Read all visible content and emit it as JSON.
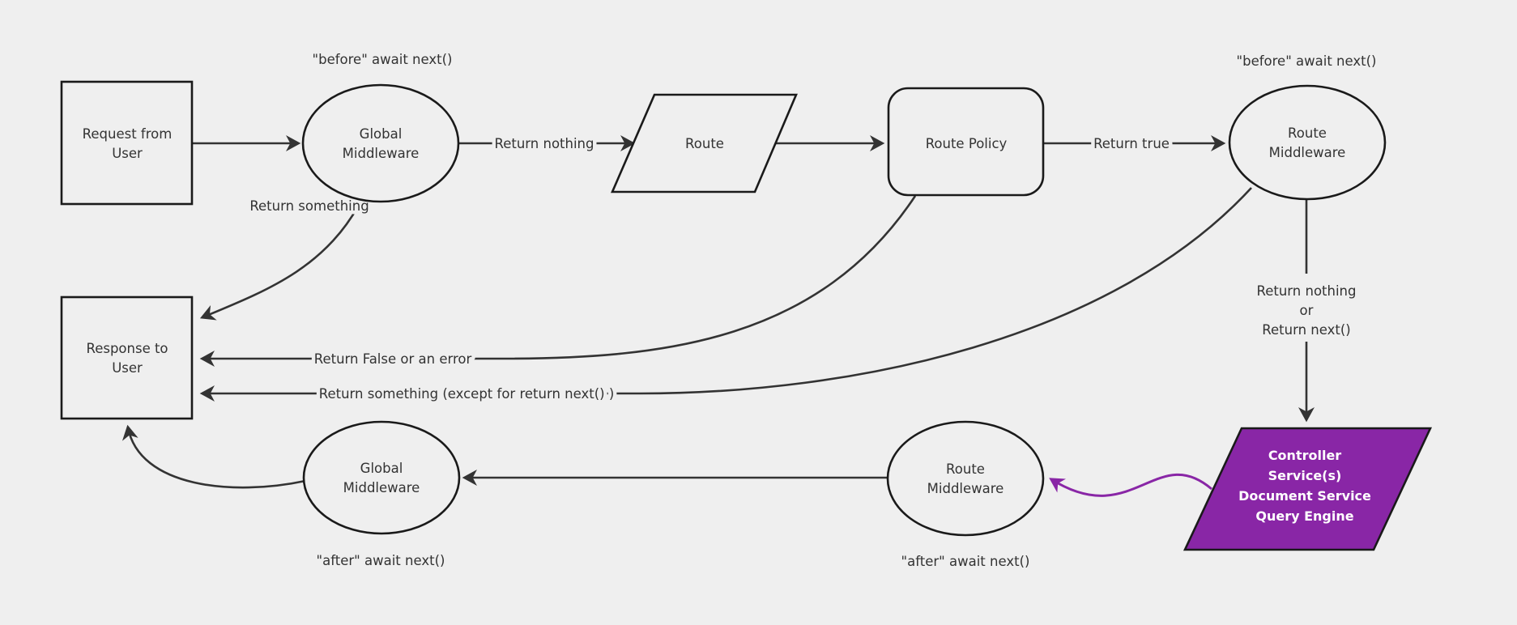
{
  "canvas": {
    "background_color": "#efefef",
    "line_color": "#333333",
    "node_border_color": "#1a1a1a",
    "text_color": "#333333",
    "accent_purple": "#8926a6",
    "controller_text_color": "#ffffff"
  },
  "nodes": {
    "request": {
      "line1": "Request from",
      "line2": "User"
    },
    "global_mw_top": {
      "line1": "Global",
      "line2": "Middleware"
    },
    "route": {
      "label": "Route"
    },
    "route_policy": {
      "label": "Route Policy"
    },
    "route_mw_top": {
      "line1": "Route",
      "line2": "Middleware"
    },
    "response": {
      "line1": "Response to",
      "line2": "User"
    },
    "global_mw_bottom": {
      "line1": "Global",
      "line2": "Middleware"
    },
    "route_mw_bottom": {
      "line1": "Route",
      "line2": "Middleware"
    },
    "controller": {
      "line1": "Controller",
      "line2": "Service(s)",
      "line3": "Document Service",
      "line4": "Query Engine"
    }
  },
  "annotations": {
    "before_await_left": "\"before\" await next()",
    "before_await_right": "\"before\" await next()",
    "after_await_left": "\"after\" await next()",
    "after_await_right": "\"after\" await next()"
  },
  "edge_labels": {
    "return_nothing": "Return nothing",
    "return_true": "Return true",
    "return_something": "Return something",
    "return_false": "Return False or an error",
    "return_something_except": "Return something (except for return next() )",
    "return_nothing_or_1": "Return nothing",
    "return_nothing_or_2": "or",
    "return_nothing_or_3": "Return next()"
  }
}
